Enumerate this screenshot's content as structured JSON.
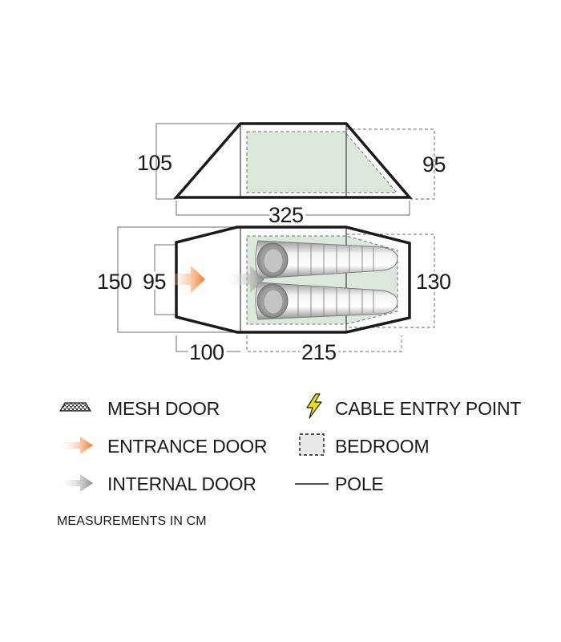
{
  "dimensions": {
    "height_front": "105",
    "height_rear": "95",
    "total_length": "325",
    "width_front": "150",
    "door_width": "95",
    "width_rear": "130",
    "porch_length": "100",
    "inner_length": "215"
  },
  "legend": {
    "mesh_door": "MESH DOOR",
    "entrance_door": "ENTRANCE DOOR",
    "internal_door": "INTERNAL DOOR",
    "cable_entry": "CABLE ENTRY POINT",
    "bedroom": "BEDROOM",
    "pole": "POLE"
  },
  "note": "MEASUREMENTS IN CM",
  "colors": {
    "inner_fill": "#dde8dd",
    "outline": "#1a1a1a",
    "dimension_line": "#6e6e6e",
    "entrance_arrow": "#f07c2a",
    "internal_arrow": "#8c8c8c",
    "cable_bolt": "#e8e000"
  }
}
